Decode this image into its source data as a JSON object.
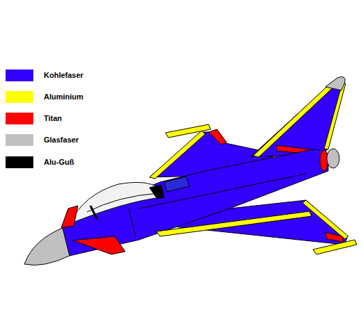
{
  "diagram": {
    "legend": [
      {
        "text": "Kohlefaser",
        "color": "#3300ff"
      },
      {
        "text": "Aluminium",
        "color": "#ffff00"
      },
      {
        "text": "Titan",
        "color": "#ff0000"
      },
      {
        "text": "Glasfaser",
        "color": "#c0c0c0"
      },
      {
        "text": "Alu-Guß",
        "color": "#000000"
      }
    ]
  }
}
